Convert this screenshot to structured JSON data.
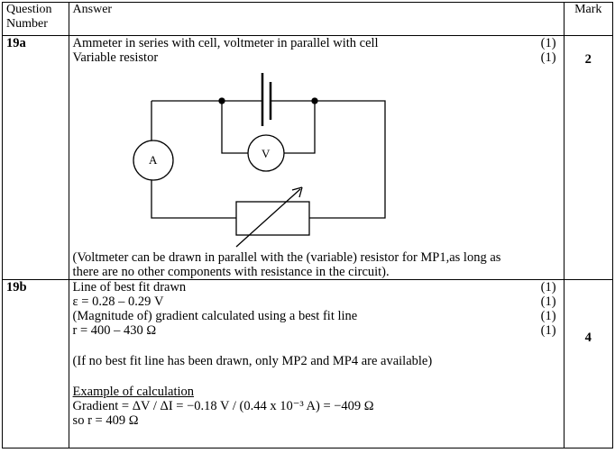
{
  "header": {
    "question": "Question Number",
    "answer": "Answer",
    "mark": "Mark"
  },
  "q19a": {
    "number": "19a",
    "lines": [
      {
        "text": "Ammeter in series with cell, voltmeter in parallel with cell",
        "mark": "(1)"
      },
      {
        "text": "Variable resistor",
        "mark": "(1)"
      }
    ],
    "circuit": {
      "ammeter": "A",
      "voltmeter": "V"
    },
    "note": "(Voltmeter can be drawn in parallel with the (variable) resistor for MP1,as long as there are no other components with resistance in the circuit).",
    "total": "2"
  },
  "q19b": {
    "number": "19b",
    "lines": [
      {
        "text": "Line of best fit drawn",
        "mark": "(1)"
      },
      {
        "text": "ε = 0.28 – 0.29 V",
        "mark": "(1)"
      },
      {
        "text": "(Magnitude of) gradient calculated using a best fit line",
        "mark": "(1)"
      },
      {
        "text": "r = 400 – 430 Ω",
        "mark": "(1)"
      }
    ],
    "note": "(If no best fit line has been drawn, only MP2 and MP4 are available)",
    "example_heading": "Example of calculation",
    "calc1": "Gradient = ΔV / ΔI = −0.18 V / (0.44 x 10⁻³ A) = −409 Ω",
    "calc2": "so r = 409 Ω",
    "total": "4"
  }
}
